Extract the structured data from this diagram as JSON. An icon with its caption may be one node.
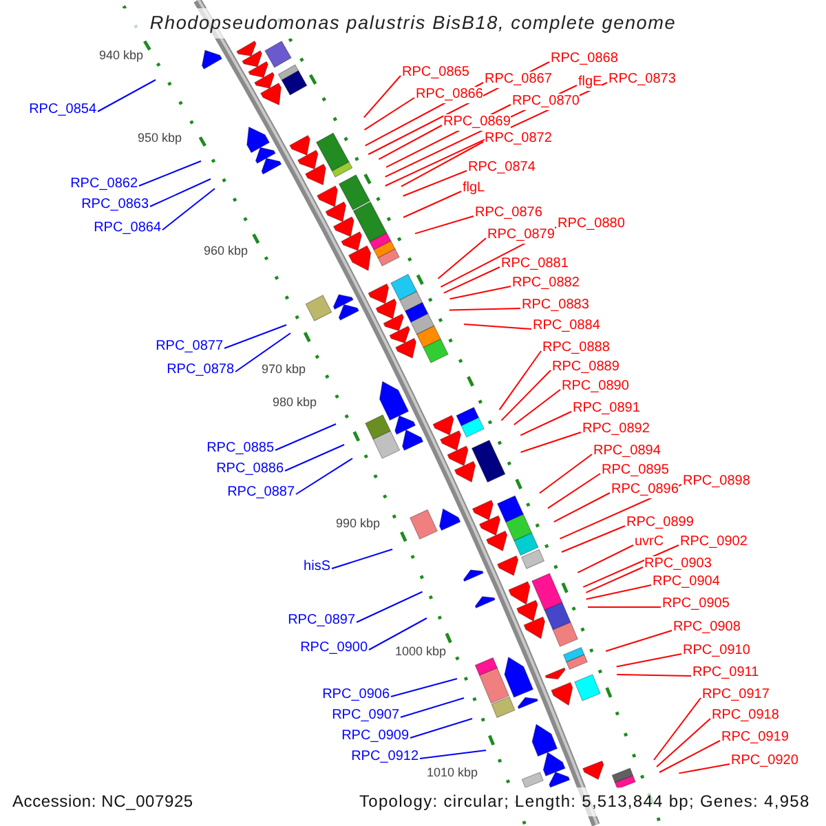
{
  "diagram": {
    "title": "Rhodopseudomonas palustris BisB18, complete genome",
    "nodes": [
      {
        "text": [
          "RPC_0868"
        ]
      },
      {
        "text": [
          "RPC_0865"
        ]
      },
      {
        "text": [
          "RPC_0867"
        ]
      },
      {
        "text": [
          "flgE"
        ]
      },
      {
        "text": [
          "RPC_0873"
        ]
      },
      {
        "text": [
          "RPC_0866"
        ]
      },
      {
        "text": [
          "RPC_0870"
        ]
      },
      {
        "text": [
          "RPC_0854"
        ]
      },
      {
        "text": [
          "RPC_0869"
        ]
      },
      {
        "text": [
          "RPC_0872"
        ]
      },
      {
        "text": [
          "RPC_0874"
        ]
      },
      {
        "text": [
          "RPC_0862"
        ]
      },
      {
        "text": [
          "flgL"
        ]
      },
      {
        "text": [
          "RPC_0863"
        ]
      },
      {
        "text": [
          "RPC_0876"
        ]
      },
      {
        "text": [
          "RPC_0880"
        ]
      },
      {
        "text": [
          "RPC_0864"
        ]
      },
      {
        "text": [
          "RPC_0879"
        ]
      },
      {
        "text": [
          "RPC_0881"
        ]
      },
      {
        "text": [
          "RPC_0882"
        ]
      },
      {
        "text": [
          "RPC_0883"
        ]
      },
      {
        "text": [
          "RPC_0884"
        ]
      },
      {
        "text": [
          "RPC_0877"
        ]
      },
      {
        "text": [
          "RPC_0888"
        ]
      },
      {
        "text": [
          "RPC_0889"
        ]
      },
      {
        "text": [
          "RPC_0878"
        ]
      },
      {
        "text": [
          "RPC_0890"
        ]
      },
      {
        "text": [
          "RPC_0891"
        ]
      },
      {
        "text": [
          "RPC_0892"
        ]
      },
      {
        "text": [
          "RPC_0885"
        ]
      },
      {
        "text": [
          "RPC_0894"
        ]
      },
      {
        "text": [
          "RPC_0886"
        ]
      },
      {
        "text": [
          "RPC_0895"
        ]
      },
      {
        "text": [
          "RPC_0898"
        ]
      },
      {
        "text": [
          "RPC_0896"
        ]
      },
      {
        "text": [
          "RPC_0887"
        ]
      },
      {
        "text": [
          "RPC_0899"
        ]
      },
      {
        "text": [
          "uvrC"
        ]
      },
      {
        "text": [
          "RPC_0902"
        ]
      },
      {
        "text": [
          "RPC_0903"
        ]
      },
      {
        "text": [
          "hisS"
        ]
      },
      {
        "text": [
          "RPC_0904"
        ]
      },
      {
        "text": [
          "RPC_0905"
        ]
      },
      {
        "text": [
          "RPC_0897"
        ]
      },
      {
        "text": [
          "RPC_0908"
        ]
      },
      {
        "text": [
          "RPC_0900"
        ]
      },
      {
        "text": [
          "RPC_0910"
        ]
      },
      {
        "text": [
          "RPC_0911"
        ]
      },
      {
        "text": [
          "RPC_0906"
        ]
      },
      {
        "text": [
          "RPC_0917"
        ]
      },
      {
        "text": [
          "RPC_0907"
        ]
      },
      {
        "text": [
          "RPC_0918"
        ]
      },
      {
        "text": [
          "RPC_0909"
        ]
      },
      {
        "text": [
          "RPC_0919"
        ]
      },
      {
        "text": [
          "RPC_0912"
        ]
      },
      {
        "text": [
          "RPC_0920"
        ]
      }
    ],
    "edges": [
      {
        "from": 0,
        "to": null,
        "arrow": "none"
      },
      {
        "from": 1,
        "to": null,
        "arrow": "none"
      },
      {
        "from": 2,
        "to": null,
        "arrow": "none"
      },
      {
        "from": 3,
        "to": null,
        "arrow": "none"
      },
      {
        "from": 4,
        "to": null,
        "arrow": "none"
      },
      {
        "from": 5,
        "to": null,
        "arrow": "none"
      },
      {
        "from": 6,
        "to": null,
        "arrow": "none"
      },
      {
        "from": 7,
        "to": null,
        "arrow": "none",
        "color": "#0000ff"
      },
      {
        "from": 8,
        "to": null,
        "arrow": "none"
      },
      {
        "from": 9,
        "to": null,
        "arrow": "none"
      },
      {
        "from": 10,
        "to": null,
        "arrow": "none"
      },
      {
        "from": 11,
        "to": null,
        "arrow": "none",
        "color": "#0000ff"
      },
      {
        "from": 12,
        "to": null,
        "arrow": "none"
      },
      {
        "from": 13,
        "to": null,
        "arrow": "none",
        "color": "#0000ff"
      },
      {
        "from": 14,
        "to": null,
        "arrow": "none"
      },
      {
        "from": 15,
        "to": null,
        "arrow": "none"
      },
      {
        "from": 16,
        "to": null,
        "arrow": "none",
        "color": "#0000ff"
      },
      {
        "from": 17,
        "to": null,
        "arrow": "none"
      },
      {
        "from": 18,
        "to": null,
        "arrow": "none"
      },
      {
        "from": 19,
        "to": null,
        "arrow": "none"
      },
      {
        "from": 20,
        "to": null,
        "arrow": "none"
      },
      {
        "from": 21,
        "to": null,
        "arrow": "none"
      },
      {
        "from": 22,
        "to": null,
        "arrow": "none",
        "color": "#0000ff"
      },
      {
        "from": 23,
        "to": null,
        "arrow": "none"
      },
      {
        "from": 24,
        "to": null,
        "arrow": "none"
      },
      {
        "from": 25,
        "to": null,
        "arrow": "none",
        "color": "#0000ff"
      },
      {
        "from": 26,
        "to": null,
        "arrow": "none"
      },
      {
        "from": 27,
        "to": null,
        "arrow": "none"
      },
      {
        "from": 28,
        "to": null,
        "arrow": "none"
      },
      {
        "from": 29,
        "to": null,
        "arrow": "none",
        "color": "#0000ff"
      },
      {
        "from": 30,
        "to": null,
        "arrow": "none"
      },
      {
        "from": 31,
        "to": null,
        "arrow": "none",
        "color": "#0000ff"
      },
      {
        "from": 32,
        "to": null,
        "arrow": "none"
      },
      {
        "from": 33,
        "to": null,
        "arrow": "none"
      },
      {
        "from": 34,
        "to": null,
        "arrow": "none"
      },
      {
        "from": 35,
        "to": null,
        "arrow": "none",
        "color": "#0000ff"
      },
      {
        "from": 36,
        "to": null,
        "arrow": "none"
      },
      {
        "from": 37,
        "to": null,
        "arrow": "none"
      },
      {
        "from": 38,
        "to": null,
        "arrow": "none"
      },
      {
        "from": 39,
        "to": null,
        "arrow": "none"
      },
      {
        "from": 40,
        "to": null,
        "arrow": "none",
        "color": "#0000ff"
      },
      {
        "from": 41,
        "to": null,
        "arrow": "none"
      },
      {
        "from": 42,
        "to": null,
        "arrow": "none"
      },
      {
        "from": 43,
        "to": null,
        "arrow": "none",
        "color": "#0000ff"
      },
      {
        "from": 44,
        "to": null,
        "arrow": "none"
      },
      {
        "from": 45,
        "to": null,
        "arrow": "none",
        "color": "#0000ff"
      },
      {
        "from": 46,
        "to": null,
        "arrow": "none"
      },
      {
        "from": 47,
        "to": null,
        "arrow": "none"
      },
      {
        "from": 48,
        "to": null,
        "arrow": "none",
        "color": "#0000ff"
      },
      {
        "from": 49,
        "to": null,
        "arrow": "none"
      },
      {
        "from": 50,
        "to": null,
        "arrow": "none",
        "color": "#0000ff"
      },
      {
        "from": 51,
        "to": null,
        "arrow": "none"
      },
      {
        "from": 52,
        "to": null,
        "arrow": "none",
        "color": "#0000ff"
      },
      {
        "from": 53,
        "to": null,
        "arrow": "none"
      },
      {
        "from": 54,
        "to": null,
        "arrow": "none",
        "color": "#0000ff"
      },
      {
        "from": 55,
        "to": null,
        "arrow": "none"
      }
    ],
    "labels": [
      "940 kbp",
      "950 kbp",
      "960 kbp",
      "970 kbp",
      "980 kbp",
      "990 kbp",
      "1000 kbp",
      "1010 kbp",
      "Accession: NC_007925",
      "Topology: circular; Length: 5,513,844 bp; Genes: 4,958"
    ]
  }
}
